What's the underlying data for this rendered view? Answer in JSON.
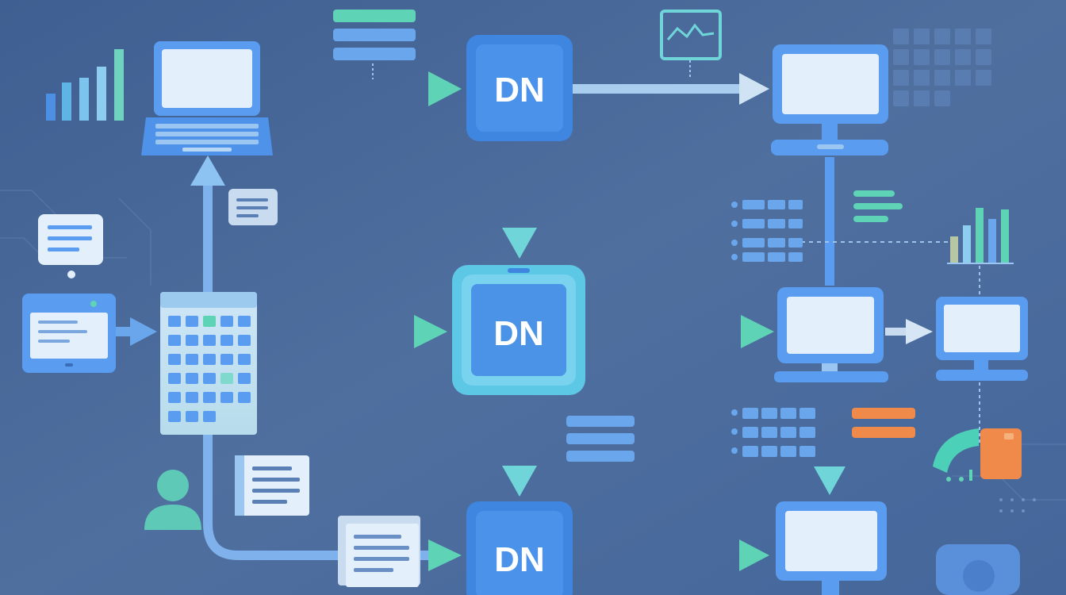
{
  "nodes": {
    "top_label": "DN",
    "center_label": "DN",
    "bottom_label": "DN"
  },
  "colors": {
    "background": "#4f6f9f",
    "node_blue": "#3f86e0",
    "node_teal": "#5cc8e6",
    "arrow_light": "#8fd3ee",
    "arrow_green": "#5fd3b6",
    "screen_fill": "#e3f0fb",
    "device_frame": "#5a9cf0",
    "accent_orange": "#f08a4b",
    "accent_teal": "#4dd0b8"
  },
  "icons": [
    "laptop-icon",
    "monitor-icon",
    "tablet-icon",
    "calendar-icon",
    "user-icon",
    "document-icon",
    "folder-icon",
    "chat-bubble-icon",
    "bar-chart-icon",
    "line-chart-icon",
    "grid-icon",
    "list-icon"
  ]
}
